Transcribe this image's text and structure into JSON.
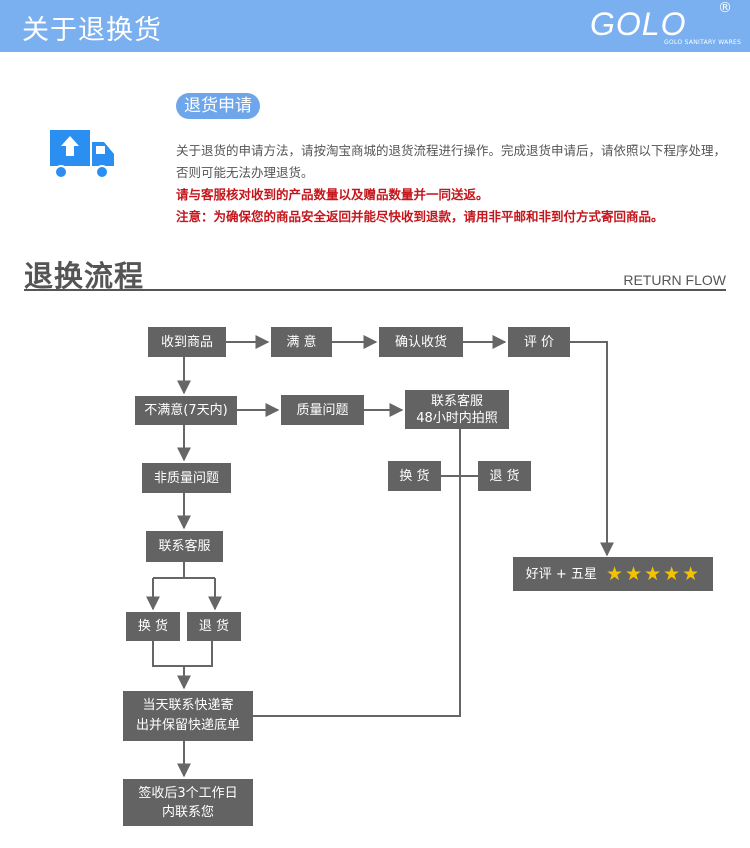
{
  "header": {
    "title": "关于退换货",
    "logo_text": "GOLO",
    "logo_mark": "®",
    "logo_sub": "GOLO SANITARY WARES"
  },
  "apply": {
    "badge": "退货申请",
    "icon": "delivery-truck-upload-icon",
    "desc": "关于退货的申请方法，请按淘宝商城的退货流程进行操作。完成退货申请后，请依照以下程序处理，否则可能无法办理退货。",
    "warn1": "请与客服核对收到的产品数量以及赠品数量并一同送返。",
    "warn2": "注意：为确保您的商品安全返回并能尽快收到退款，请用非平邮和非到付方式寄回商品。"
  },
  "section": {
    "title": "退换流程",
    "title_en": "RETURN FLOW"
  },
  "flow": {
    "receive": "收到商品",
    "satisfied": "满 意",
    "confirm": "确认收货",
    "review": "评 价",
    "unsatisfied": "不满意(7天内)",
    "quality": "质量问题",
    "contact1_line1": "联系客服",
    "contact1_line2": "48小时内拍照",
    "exchange_right": "换 货",
    "return_right": "退 货",
    "nonquality": "非质量问题",
    "contact2": "联系客服",
    "exchange_left": "换 货",
    "return_left": "退 货",
    "ship_line1": "当天联系快递寄",
    "ship_line2": "出并保留快递底单",
    "sign_line1": "签收后3个工作日",
    "sign_line2": "内联系您",
    "good_review": "好评 + 五星",
    "star_icon": "star-icon",
    "line_color": "#666666",
    "box_color": "#636363",
    "star_color": "#f3c300"
  }
}
